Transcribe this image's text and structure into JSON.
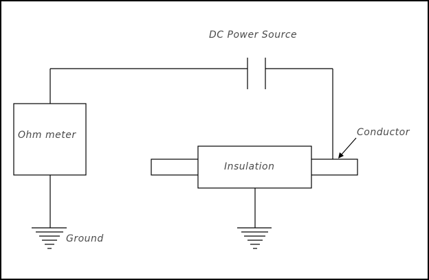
{
  "diagram": {
    "labels": {
      "dc_power_source": "DC Power Source",
      "ohm_meter": "Ohm meter",
      "insulation": "Insulation",
      "conductor": "Conductor",
      "ground": "Ground"
    }
  },
  "colors": {
    "line": "#000000",
    "label_text": "#4a4a4a",
    "background": "#ffffff"
  }
}
